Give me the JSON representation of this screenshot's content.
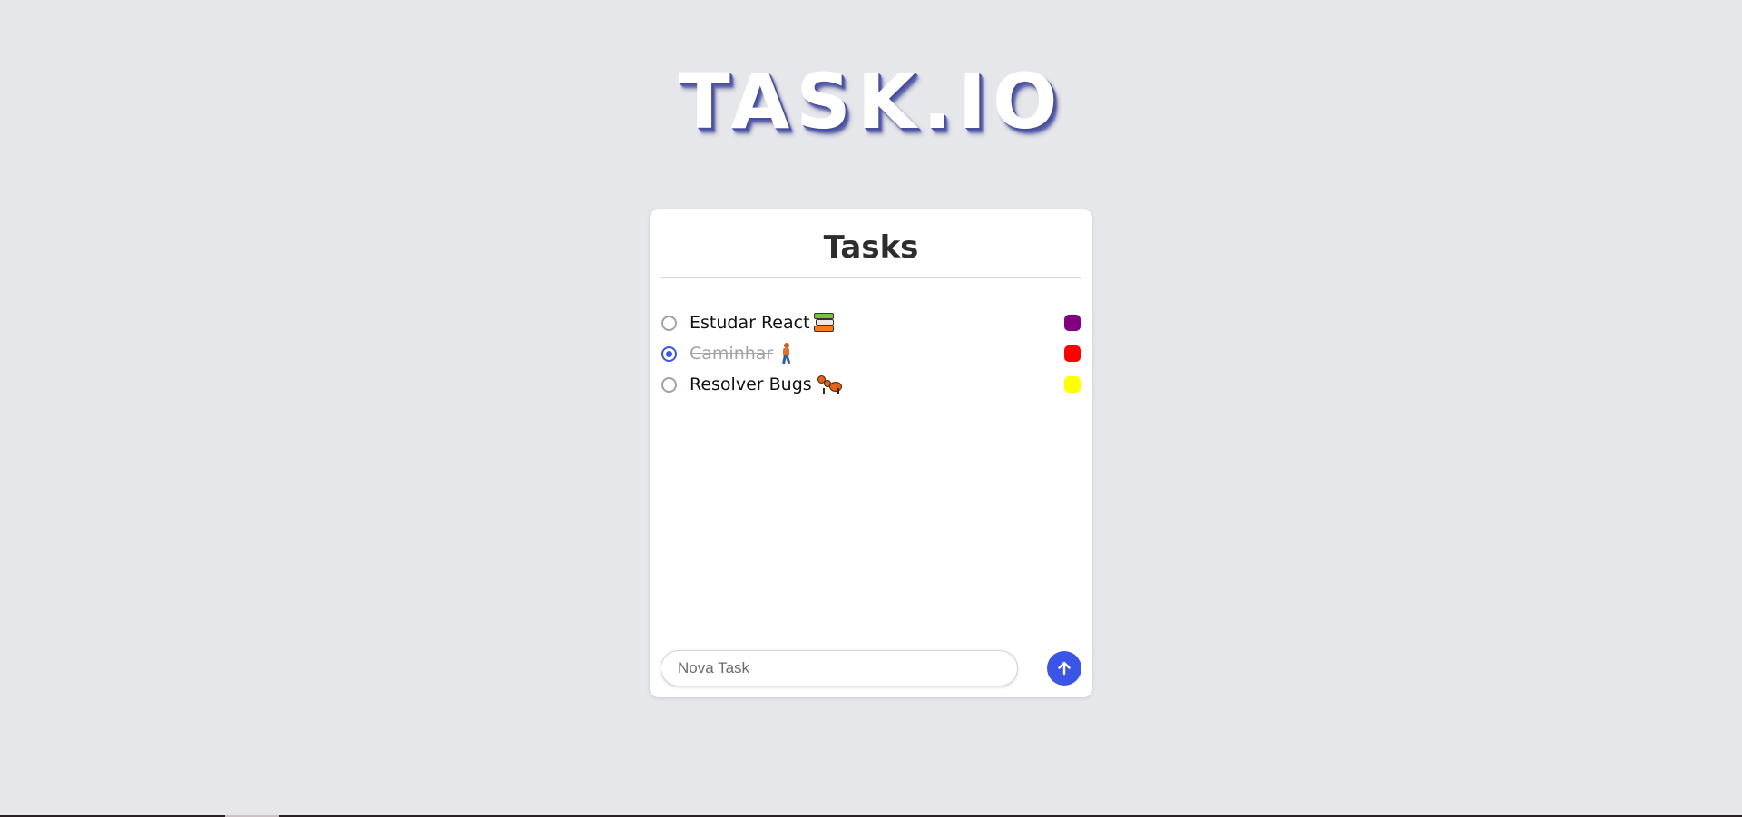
{
  "app": {
    "logo": "TASK.IO"
  },
  "card": {
    "title": "Tasks"
  },
  "tasks": [
    {
      "label": "Estudar React",
      "icon": "books-icon",
      "done": false,
      "color": "#800080"
    },
    {
      "label": "Caminhar",
      "icon": "person-walking-icon",
      "done": true,
      "color": "#ff0000"
    },
    {
      "label": "Resolver Bugs",
      "icon": "ant-icon",
      "done": false,
      "color": "#ffff00"
    }
  ],
  "new_task": {
    "value": "",
    "placeholder": "Nova Task"
  },
  "send_button": {
    "icon": "arrow-up-icon"
  },
  "colors": {
    "accent": "#3b55e6",
    "background": "#e5e7eb"
  }
}
